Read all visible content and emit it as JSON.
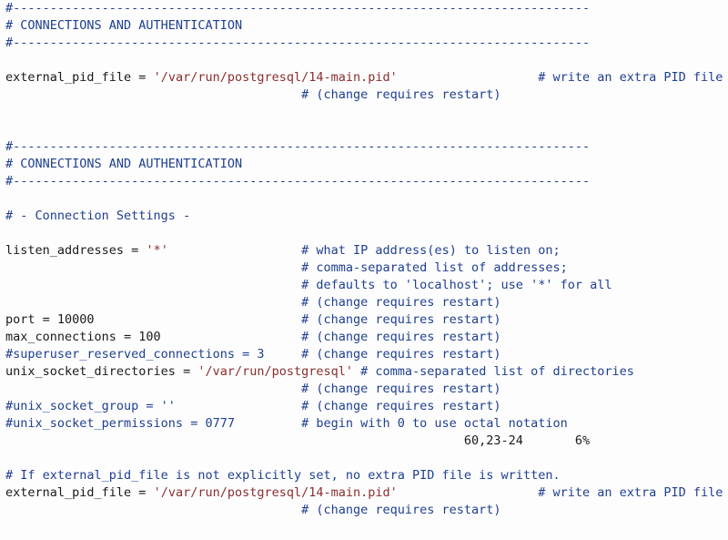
{
  "colors": {
    "background": "#fdfdfd",
    "text": "#1a1a1a",
    "comment": "#1f3f8f",
    "string": "#8b2e2e"
  },
  "lines": [
    {
      "name": "separator-line",
      "segments": [
        {
          "t": "cmt",
          "v": "#------------------------------------------------------------------------------"
        }
      ]
    },
    {
      "name": "section-header",
      "segments": [
        {
          "t": "cmt",
          "v": "# CONNECTIONS AND AUTHENTICATION"
        }
      ]
    },
    {
      "name": "separator-line",
      "segments": [
        {
          "t": "cmt",
          "v": "#------------------------------------------------------------------------------"
        }
      ]
    },
    {
      "name": "blank-line",
      "segments": []
    },
    {
      "name": "config-line-external-pid",
      "segments": [
        {
          "t": "txt",
          "v": "external_pid_file = "
        },
        {
          "t": "str",
          "v": "'/var/run/postgresql/14-main.pid'"
        },
        {
          "t": "txt",
          "v": "                   "
        },
        {
          "t": "cmt",
          "v": "# write an extra PID file"
        }
      ]
    },
    {
      "name": "comment-line",
      "segments": [
        {
          "t": "txt",
          "v": "                                        "
        },
        {
          "t": "cmt",
          "v": "# (change requires restart)"
        }
      ]
    },
    {
      "name": "blank-line",
      "segments": []
    },
    {
      "name": "blank-line",
      "segments": []
    },
    {
      "name": "separator-line",
      "segments": [
        {
          "t": "cmt",
          "v": "#------------------------------------------------------------------------------"
        }
      ]
    },
    {
      "name": "section-header",
      "segments": [
        {
          "t": "cmt",
          "v": "# CONNECTIONS AND AUTHENTICATION"
        }
      ]
    },
    {
      "name": "separator-line",
      "segments": [
        {
          "t": "cmt",
          "v": "#------------------------------------------------------------------------------"
        }
      ]
    },
    {
      "name": "blank-line",
      "segments": []
    },
    {
      "name": "subsection-header",
      "segments": [
        {
          "t": "cmt",
          "v": "# - Connection Settings -"
        }
      ]
    },
    {
      "name": "blank-line",
      "segments": []
    },
    {
      "name": "config-line-listen-addresses",
      "segments": [
        {
          "t": "txt",
          "v": "listen_addresses = "
        },
        {
          "t": "str",
          "v": "'*'"
        },
        {
          "t": "txt",
          "v": "                  "
        },
        {
          "t": "cmt",
          "v": "# what IP address(es) to listen on;"
        }
      ]
    },
    {
      "name": "comment-line",
      "segments": [
        {
          "t": "txt",
          "v": "                                        "
        },
        {
          "t": "cmt",
          "v": "# comma-separated list of addresses;"
        }
      ]
    },
    {
      "name": "comment-line",
      "segments": [
        {
          "t": "txt",
          "v": "                                        "
        },
        {
          "t": "cmt",
          "v": "# defaults to 'localhost'; use '*' for all"
        }
      ]
    },
    {
      "name": "comment-line",
      "segments": [
        {
          "t": "txt",
          "v": "                                        "
        },
        {
          "t": "cmt",
          "v": "# (change requires restart)"
        }
      ]
    },
    {
      "name": "config-line-port",
      "segments": [
        {
          "t": "txt",
          "v": "port = 10000                            "
        },
        {
          "t": "cmt",
          "v": "# (change requires restart)"
        }
      ]
    },
    {
      "name": "config-line-max-connections",
      "segments": [
        {
          "t": "txt",
          "v": "max_connections = 100                   "
        },
        {
          "t": "cmt",
          "v": "# (change requires restart)"
        }
      ]
    },
    {
      "name": "config-line-superuser-reserved",
      "segments": [
        {
          "t": "cmt",
          "v": "#superuser_reserved_connections = 3     # (change requires restart)"
        }
      ]
    },
    {
      "name": "config-line-unix-socket-directories",
      "segments": [
        {
          "t": "txt",
          "v": "unix_socket_directories = "
        },
        {
          "t": "str",
          "v": "'/var/run/postgresql'"
        },
        {
          "t": "txt",
          "v": " "
        },
        {
          "t": "cmt",
          "v": "# comma-separated list of directories"
        }
      ]
    },
    {
      "name": "comment-line",
      "segments": [
        {
          "t": "txt",
          "v": "                                        "
        },
        {
          "t": "cmt",
          "v": "# (change requires restart)"
        }
      ]
    },
    {
      "name": "config-line-unix-socket-group",
      "segments": [
        {
          "t": "cmt",
          "v": "#unix_socket_group = ''                 # (change requires restart)"
        }
      ]
    },
    {
      "name": "config-line-unix-socket-permissions",
      "segments": [
        {
          "t": "cmt",
          "v": "#unix_socket_permissions = 0777         # begin with 0 to use octal notation"
        }
      ]
    },
    {
      "name": "vim-status-line",
      "segments": [
        {
          "t": "txt",
          "v": "                                                              60,23-24       6%"
        }
      ]
    },
    {
      "name": "blank-line",
      "segments": []
    },
    {
      "name": "comment-line",
      "segments": [
        {
          "t": "cmt",
          "v": "# If external_pid_file is not explicitly set, no extra PID file is written."
        }
      ]
    },
    {
      "name": "config-line-external-pid",
      "segments": [
        {
          "t": "txt",
          "v": "external_pid_file = "
        },
        {
          "t": "str",
          "v": "'/var/run/postgresql/14-main.pid'"
        },
        {
          "t": "txt",
          "v": "                   "
        },
        {
          "t": "cmt",
          "v": "# write an extra PID file"
        }
      ]
    },
    {
      "name": "comment-line",
      "segments": [
        {
          "t": "txt",
          "v": "                                        "
        },
        {
          "t": "cmt",
          "v": "# (change requires restart)"
        }
      ]
    }
  ]
}
